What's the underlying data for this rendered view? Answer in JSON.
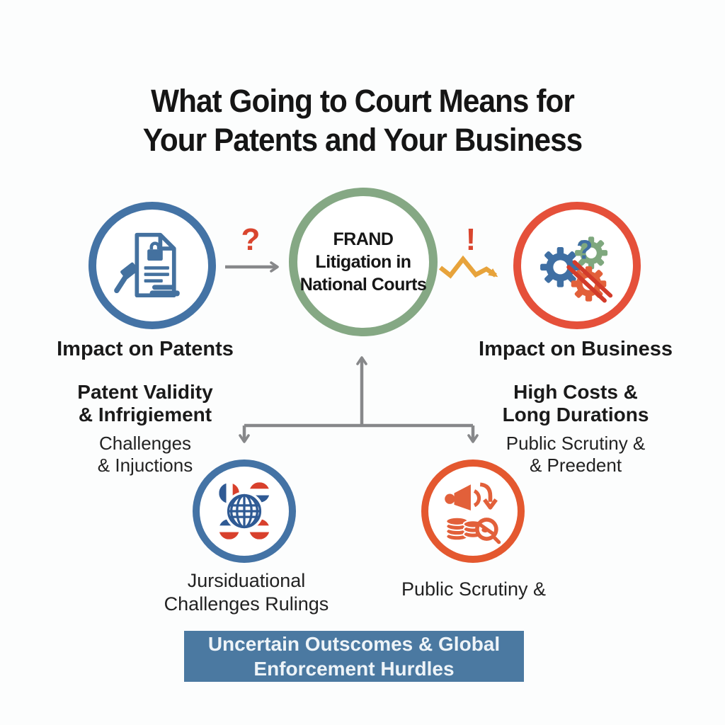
{
  "title": {
    "line1": "What Going to Court Means for",
    "line2": "Your Patents and Your Business"
  },
  "diagram": {
    "center_node": {
      "label_line1": "FRAND",
      "label_line2": "Litigation in",
      "label_line3": "National Courts"
    },
    "left_node": {
      "icon": "patent-document-gavel-icon",
      "heading": "Impact on Patents",
      "subheading_line1": "Patent Validity",
      "subheading_line2": "& Infrigiement",
      "detail_line1": "Challenges",
      "detail_line2": "& Injuctions"
    },
    "right_node": {
      "icon": "gears-uncertainty-icon",
      "icon_question_mark": "?",
      "heading": "Impact on Business",
      "subheading_line1": "High Costs &",
      "subheading_line2": "Long Durations",
      "detail_line1": "Public Scrutiny &",
      "detail_line2": "& Preedent"
    },
    "bottom_left_node": {
      "icon": "globe-flags-icon",
      "label_line1": "Jursiduational",
      "label_line2": "Challenges Rulings"
    },
    "bottom_right_node": {
      "icon": "money-megaphone-icon",
      "label_line1": "Public Scrutiny &"
    },
    "connectors": {
      "question_mark": "?",
      "exclamation_mark": "!"
    }
  },
  "banner": {
    "line1": "Uncertain Outscomes & Global",
    "line2": "Enforcement Hurdles"
  },
  "colors": {
    "blue": "#4473a5",
    "globe_blue": "#2f5a94",
    "green": "#85a884",
    "red": "#e5503a",
    "orange": "#e2603a",
    "gold": "#e7a33b",
    "gray_arrow": "#87888a",
    "banner_blue": "#4b79a1",
    "alert_red": "#d9452e",
    "background": "#fcfdfd",
    "text": "#181818"
  }
}
